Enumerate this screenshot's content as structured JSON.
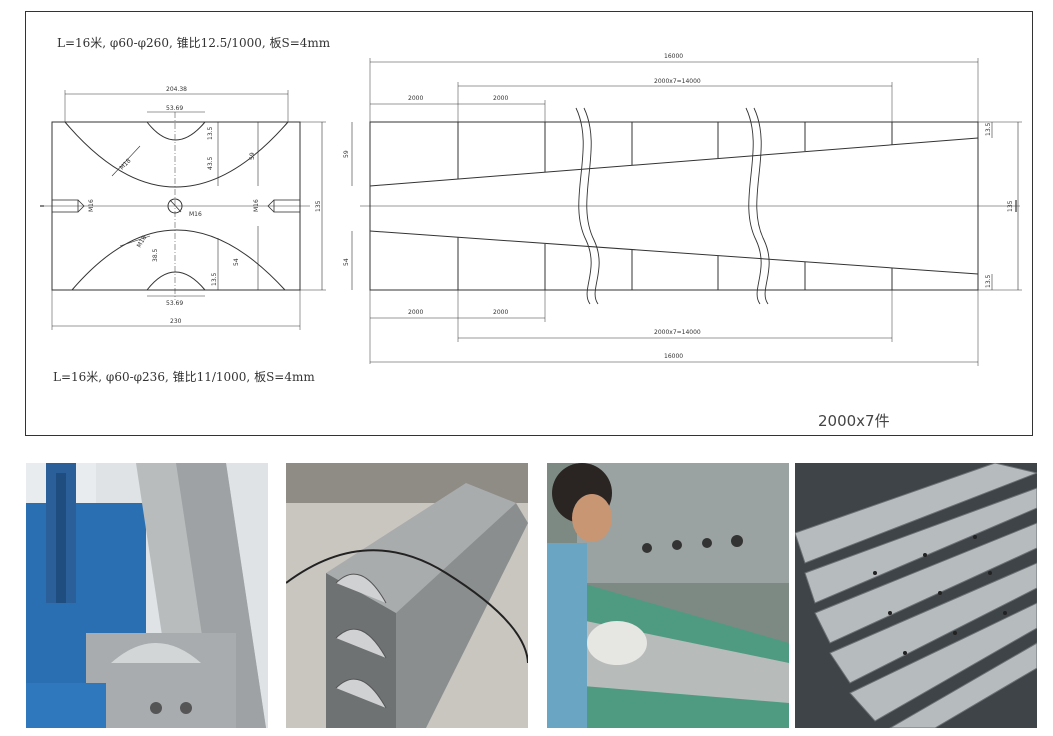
{
  "drawing": {
    "note_top": "L=16米, φ60-φ260, 锥比12.5/1000, 板S=4mm",
    "note_bottom": "L=16米, φ60-φ236, 锥比11/1000, 板S=4mm",
    "count_label": "2000x7件",
    "section_dims": {
      "top_width": "204.38",
      "top_groove": "53.69",
      "top_right_small": "13.5",
      "top_mid": "43.5",
      "top_right_big": "59",
      "top_thread": "M18",
      "left_thread": "M16",
      "center_thread": "M16",
      "right_thread": "M16",
      "bottom_thread": "M18",
      "bottom_mid": "38.5",
      "bottom_right_big": "54",
      "bottom_right_small": "13.5",
      "bottom_groove": "53.69",
      "bottom_width": "230"
    },
    "elevation_dims": {
      "total_top": "16000",
      "segment_span_top": "2000x7=14000",
      "seg_a_top": "2000",
      "seg_b_top": "2000",
      "left_upper": "59",
      "left_lower": "54",
      "right_top": "13.5",
      "right_height": "135",
      "right_bottom": "13.5",
      "seg_a_bottom": "2000",
      "seg_b_bottom": "2000",
      "segment_span_bottom": "2000x7=14000",
      "total_bottom": "16000"
    },
    "section_height": "135"
  },
  "photos": [
    {
      "name": "press-brake-machine-photo"
    },
    {
      "name": "die-blocks-photo"
    },
    {
      "name": "worker-bending-photo"
    },
    {
      "name": "finished-dies-photo"
    }
  ]
}
